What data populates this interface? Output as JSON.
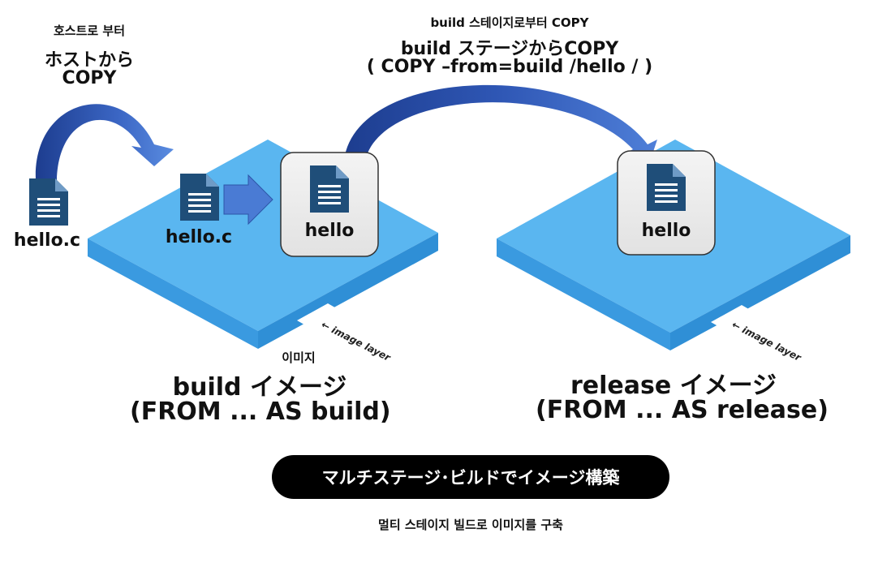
{
  "host_copy": {
    "korean": "호스트로 부터",
    "line1": "ホストから",
    "line2": "COPY"
  },
  "stage_copy": {
    "korean": "build 스테이지로부터 COPY",
    "line1": "build ステージからCOPY",
    "line2": "( COPY –from=build /hello / )"
  },
  "files": {
    "host_file": "hello.c",
    "build_file": "hello.c",
    "build_output": "hello",
    "release_output": "hello"
  },
  "layer_tag": "← image layer",
  "build_image": {
    "korean": "이미지",
    "line1": "build イメージ",
    "line2": "(FROM ... AS build)"
  },
  "release_image": {
    "line1": "release イメージ",
    "line2": "(FROM ... AS release)"
  },
  "footer": {
    "pill": "マルチステージ･ビルドでイメージ構築",
    "korean": "멀티 스테이지 빌드로 이미지를 구축"
  },
  "colors": {
    "layer_top": "#5ab6f0",
    "layer_side": "#2f8fd6",
    "file_icon": "#1f4e79",
    "arrow_light": "#4f7fd8",
    "arrow_dark": "#1d3d8f",
    "box_fill": "#ececec"
  }
}
